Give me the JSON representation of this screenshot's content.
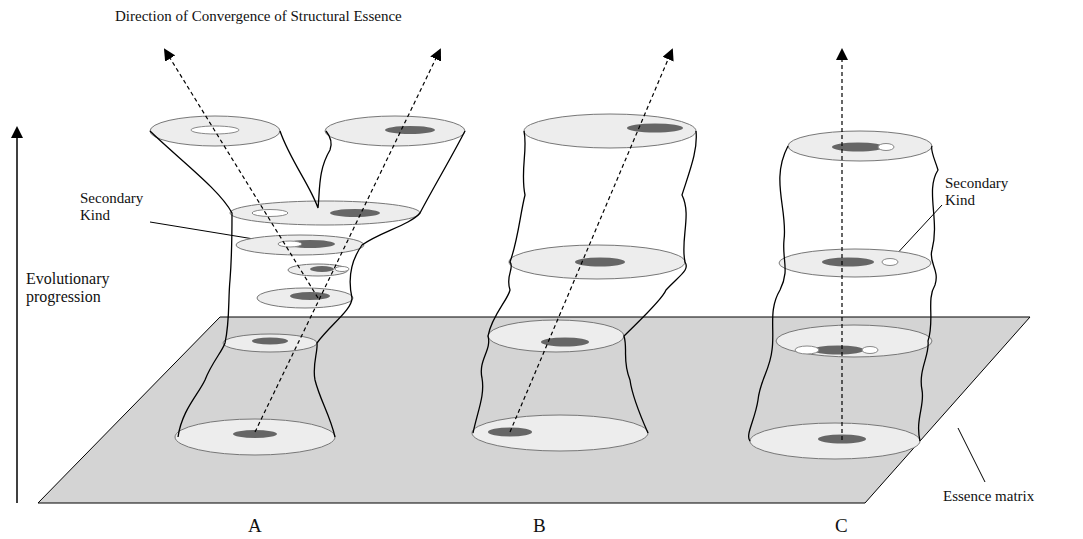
{
  "diagram": {
    "labels": [
      "Direction of Convergence of Structural Essence",
      "Secondary Kind",
      "Evolutionary progression",
      "Secondary Kind",
      "Essence matrix",
      "A",
      "B",
      "C"
    ]
  }
}
